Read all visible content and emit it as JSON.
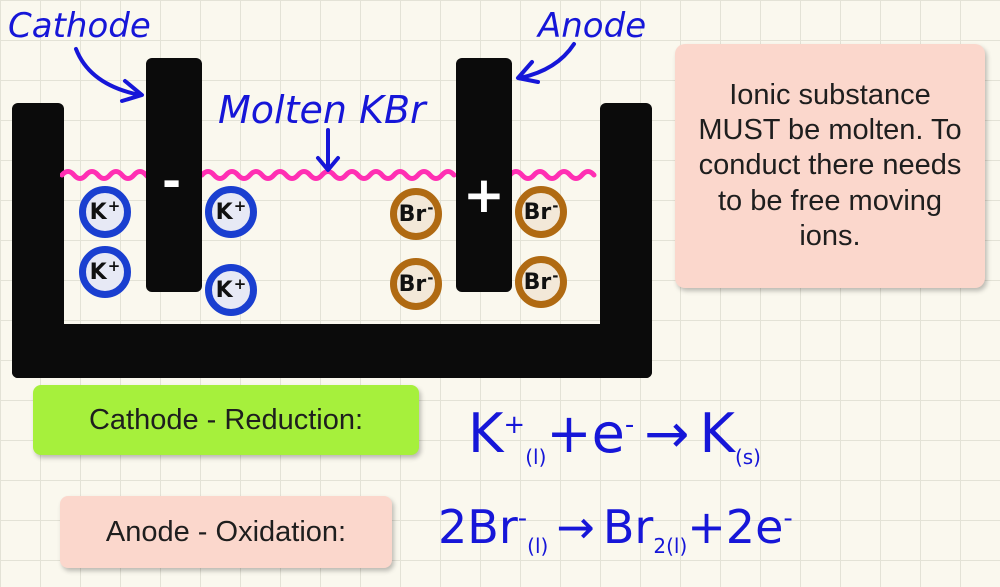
{
  "labels": {
    "cathode": "Cathode",
    "anode": "Anode",
    "molten": "Molten KBr"
  },
  "electrodes": {
    "cathode_sign": "-",
    "anode_sign": "+"
  },
  "ions": {
    "k": "K",
    "k_charge": "+",
    "br": "Br",
    "br_charge": "-"
  },
  "note": "Ionic substance MUST be molten. To conduct there needs to be free moving ions.",
  "cathode_box": "Cathode - Reduction:",
  "anode_box": "Anode - Oxidation:",
  "cathode_eq": {
    "k": "K",
    "k_charge": "+",
    "k_state": "(l)",
    "plus": "+",
    "e": "e",
    "e_charge": "-",
    "arrow": "→",
    "product": "K",
    "product_state": "(s)"
  },
  "anode_eq": {
    "coef": "2Br",
    "charge": "-",
    "state": "(l)",
    "arrow": "→",
    "product": "Br",
    "sub": "2",
    "product_state": "(l)",
    "plus": "+",
    "electrons": "2e",
    "e_charge": "-"
  },
  "colors": {
    "k_ion": "#1a3fd0",
    "br_ion": "#b06a12",
    "surface": "#ff2fb3",
    "ink": "#1616d8",
    "cathode_box": "#a6f03c",
    "anode_box": "#fbd7cc",
    "note": "#fbd7cc"
  }
}
